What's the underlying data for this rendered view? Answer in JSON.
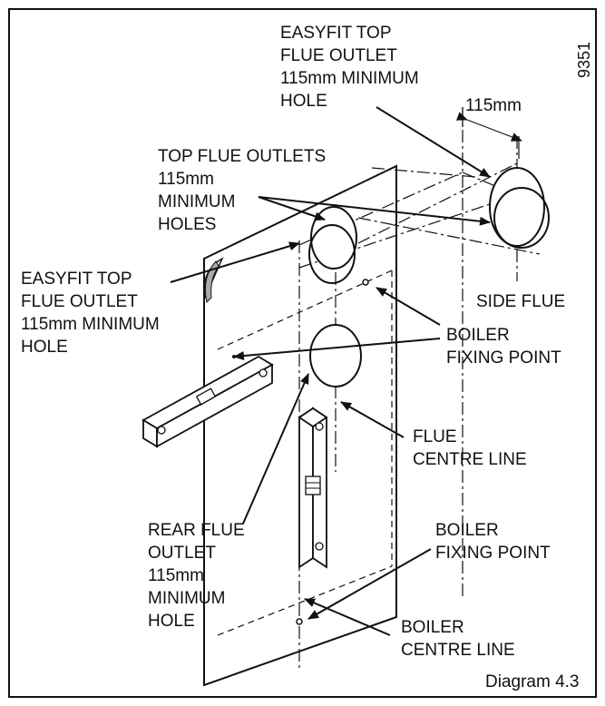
{
  "diagram": {
    "figure_number": "9351",
    "caption": "Diagram 4.3",
    "dimension": "115mm",
    "labels": {
      "easyfit_top_right": [
        "EASYFIT TOP",
        "FLUE OUTLET",
        "115mm MINIMUM",
        "HOLE"
      ],
      "top_flue_outlets": [
        "TOP FLUE OUTLETS",
        "115mm",
        "MINIMUM",
        "HOLES"
      ],
      "easyfit_top_left": [
        "EASYFIT TOP",
        "FLUE OUTLET",
        "115mm MINIMUM",
        "HOLE"
      ],
      "side_flue": [
        "SIDE FLUE"
      ],
      "boiler_fixing_point_upper": [
        "BOILER",
        "FIXING POINT"
      ],
      "flue_centre_line": [
        "FLUE",
        "CENTRE LINE"
      ],
      "rear_flue_outlet": [
        "REAR FLUE",
        "OUTLET",
        "115mm",
        "MINIMUM",
        "HOLE"
      ],
      "boiler_fixing_point_lower": [
        "BOILER",
        "FIXING POINT"
      ],
      "boiler_centre_line": [
        "BOILER",
        "CENTRE LINE"
      ]
    }
  }
}
